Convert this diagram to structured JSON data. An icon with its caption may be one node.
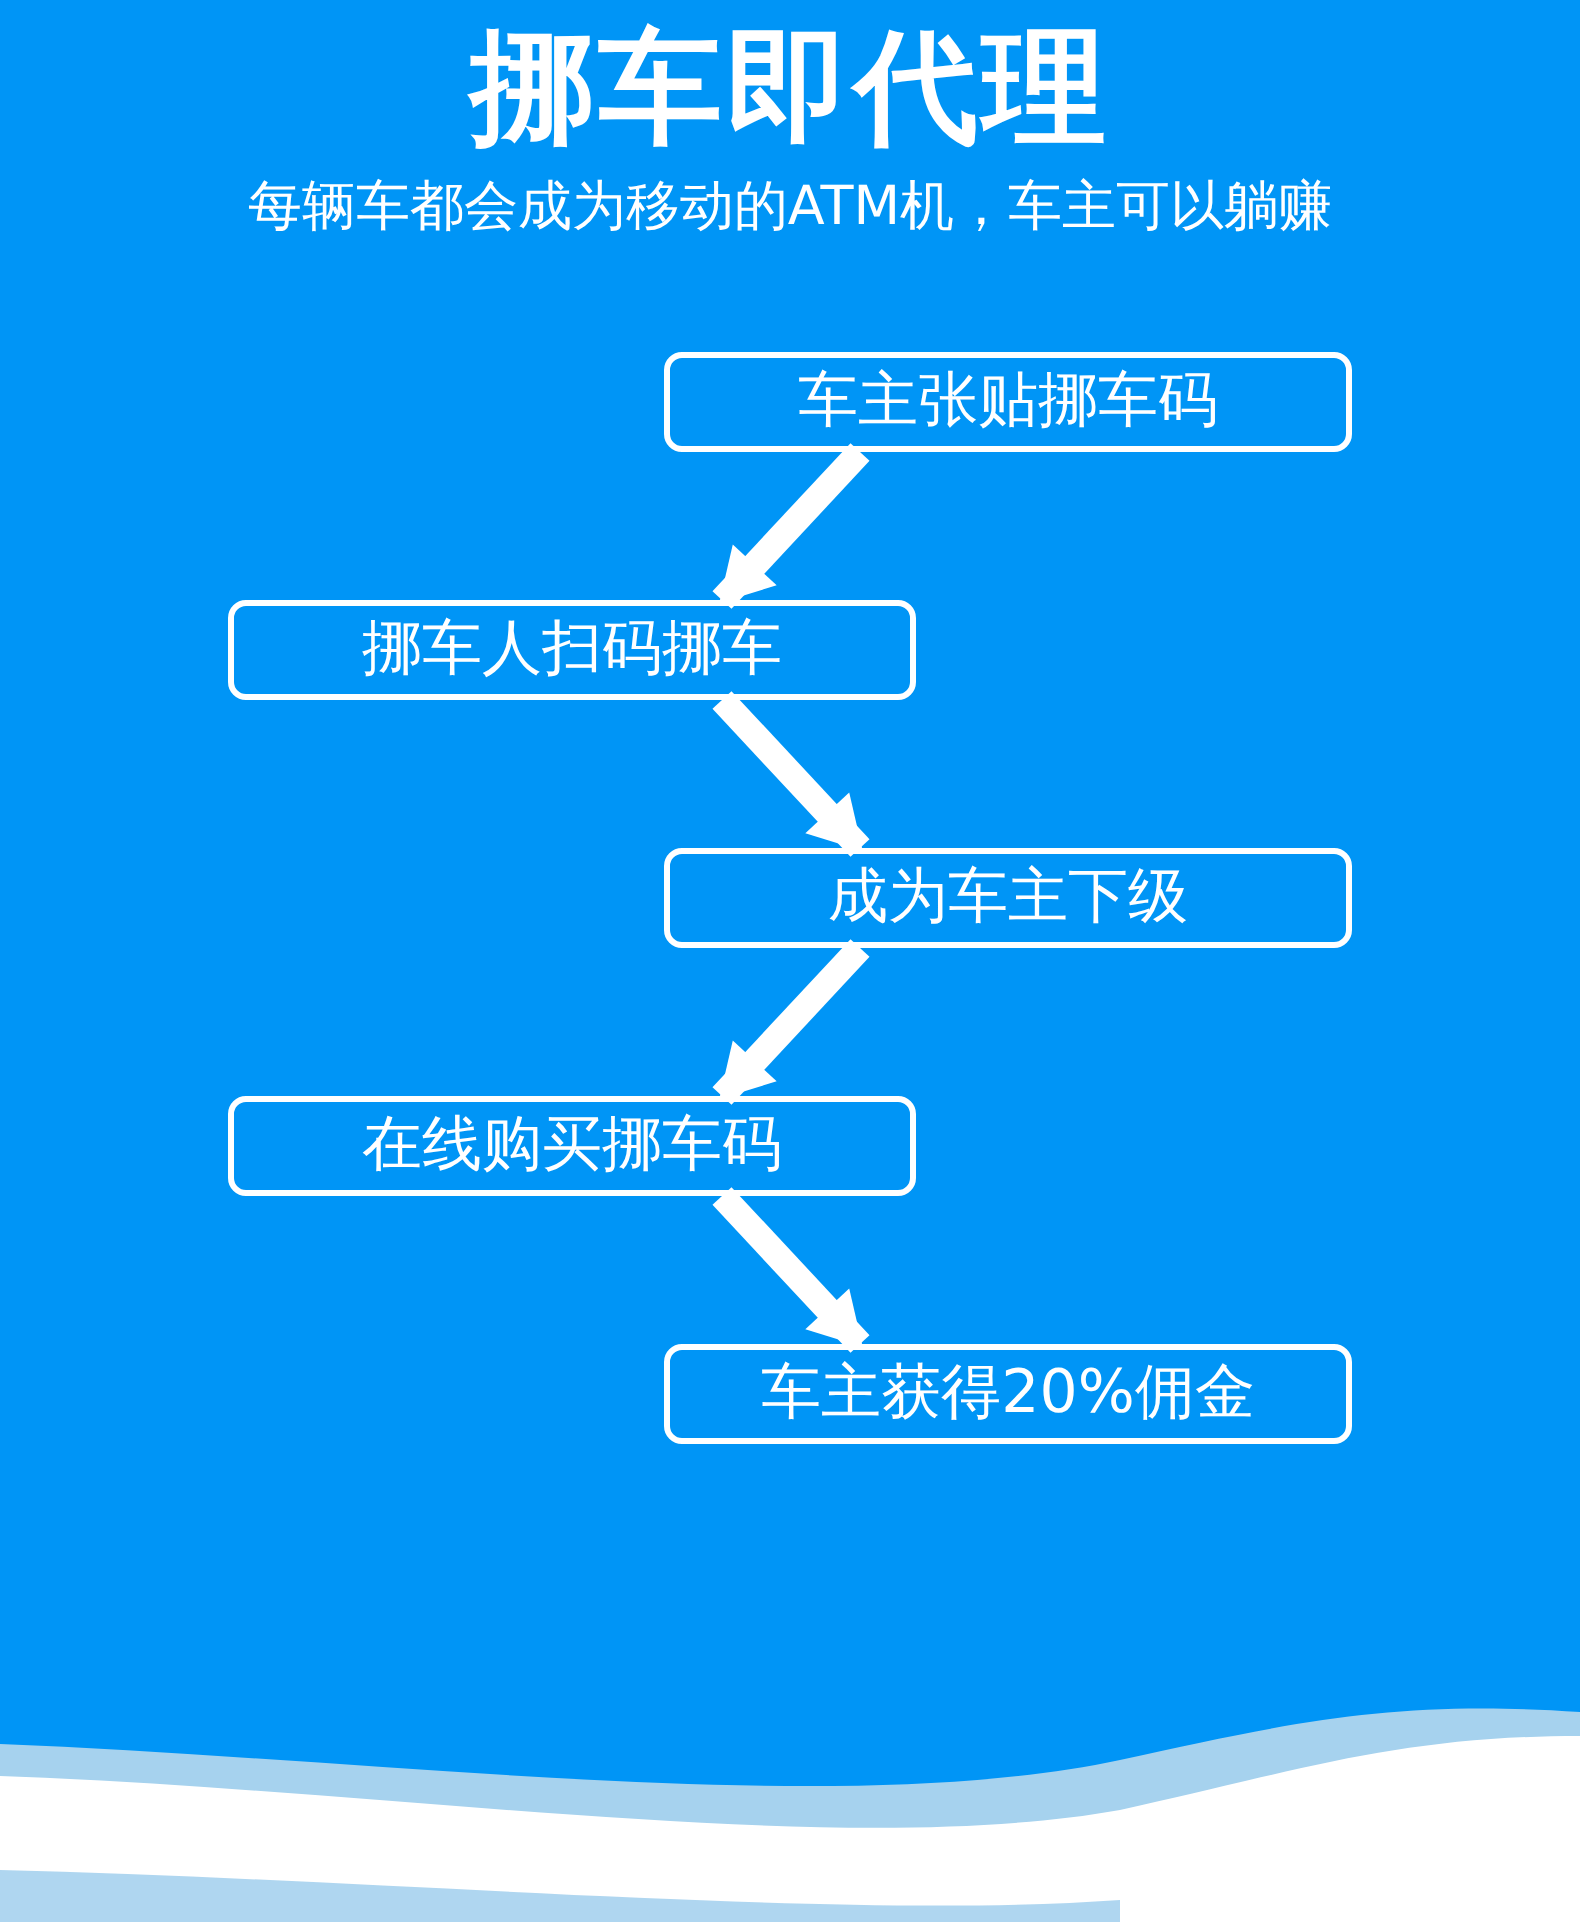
{
  "diagram": {
    "title": "挪车即代理",
    "nodes": [
      {
        "text": [
          "车主张贴挪车码"
        ]
      },
      {
        "text": [
          "挪车人扫码挪车"
        ]
      },
      {
        "text": [
          "成为车主下级"
        ]
      },
      {
        "text": [
          "在线购买挪车码"
        ]
      },
      {
        "text": [
          "车主获得20%佣金"
        ]
      }
    ],
    "edges": [
      {
        "from": 0,
        "to": 1,
        "arrow": "to"
      },
      {
        "from": 1,
        "to": 2,
        "arrow": "to"
      },
      {
        "from": 2,
        "to": 3,
        "arrow": "to"
      },
      {
        "from": 3,
        "to": 4,
        "arrow": "to"
      }
    ],
    "labels": [
      "每辆车都会成为移动的ATM机，车主可以躺赚"
    ]
  }
}
